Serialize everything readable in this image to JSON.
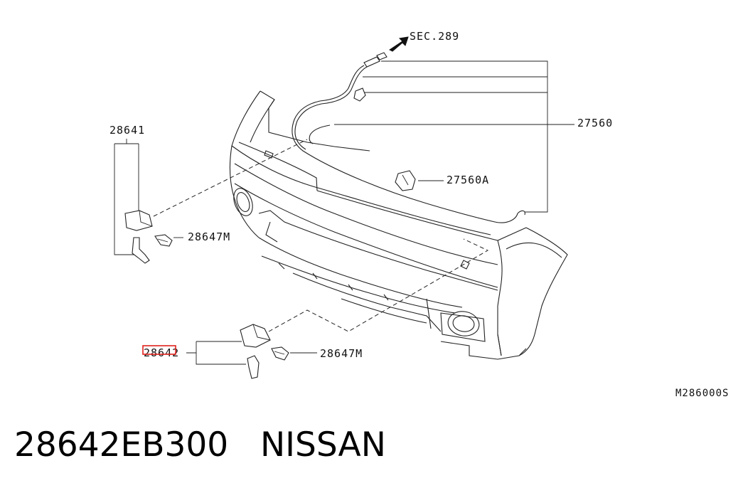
{
  "diagram": {
    "callouts": {
      "sec": "SEC.289",
      "hose": "27560",
      "clip_a": "27560A",
      "bracket_upper": "28641",
      "clip_upper": "28647M",
      "bracket_lower": "28642",
      "clip_lower": "28647M"
    },
    "diagram_code": "M286000S",
    "highlight_color": "#e0211c"
  },
  "caption": {
    "part_number": "28642EB300",
    "brand": "NISSAN"
  }
}
